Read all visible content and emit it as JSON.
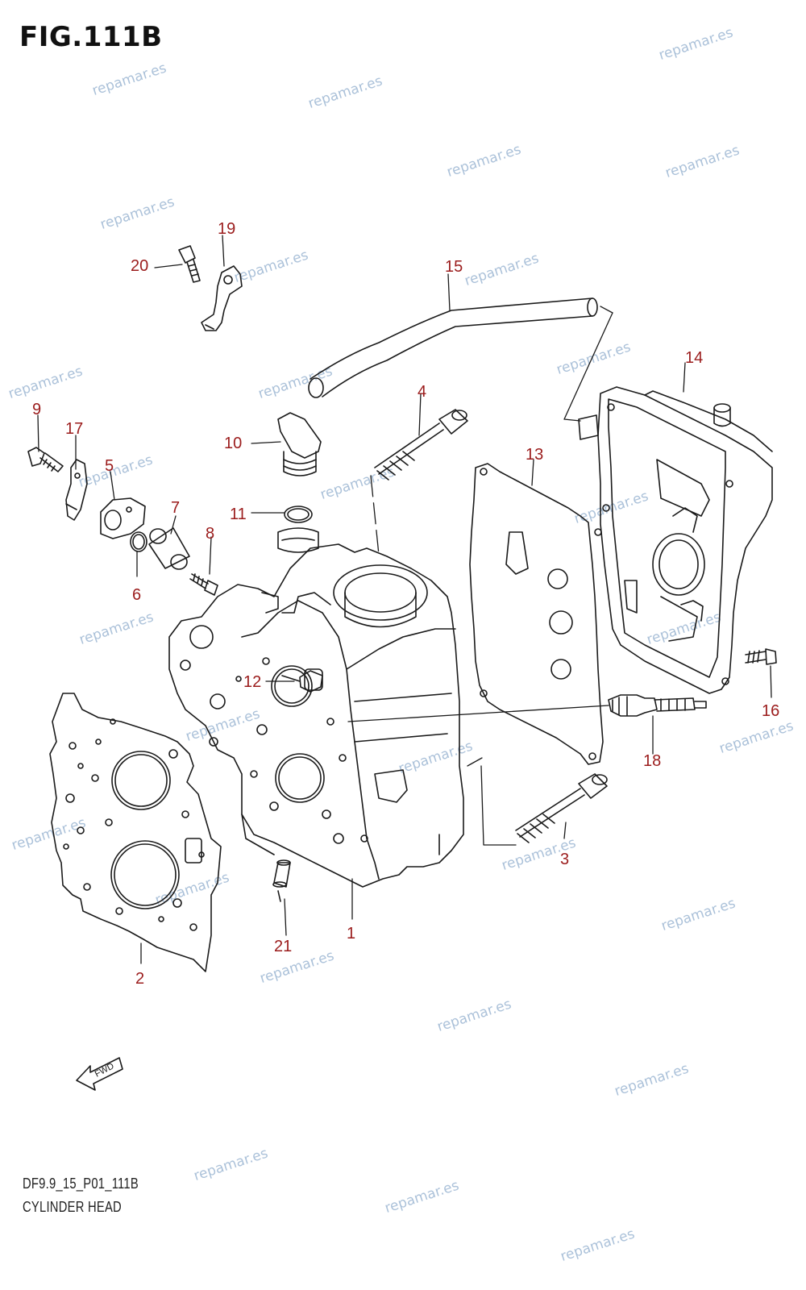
{
  "figure": {
    "title": "FIG.111B",
    "code": "DF9.9_15_P01_111B",
    "name": "CYLINDER HEAD",
    "fwd_label": "FWD"
  },
  "watermark": {
    "text": "repamar.es",
    "color": "#9db7d3"
  },
  "callouts": {
    "c1": "1",
    "c2": "2",
    "c3": "3",
    "c4": "4",
    "c5": "5",
    "c6": "6",
    "c7": "7",
    "c8": "8",
    "c9": "9",
    "c10": "10",
    "c11": "11",
    "c12": "12",
    "c13": "13",
    "c14": "14",
    "c15": "15",
    "c16": "16",
    "c17": "17",
    "c18": "18",
    "c19": "19",
    "c20": "20",
    "c21": "21"
  },
  "colors": {
    "callout": "#9b1c1c",
    "line": "#1a1a1a"
  }
}
